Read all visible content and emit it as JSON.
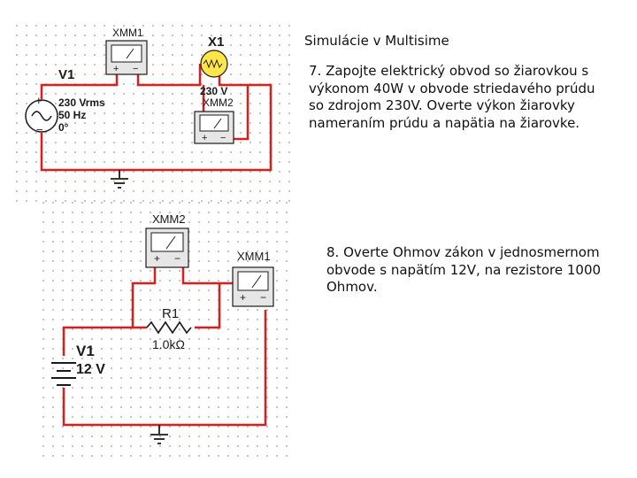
{
  "heading": "Simulácie v Multisime",
  "task7": "7. Zapojte elektrický obvod so žiarovkou s výkonom 40W v obvode striedavého prúdu so zdrojom 230V. Overte výkon žiarovky nameraním prúdu a napätia na žiarovke.",
  "task8": "8. Overte Ohmov zákon v jednosmernom obvode s napätím 12V, na rezistore 1000 Ohmov.",
  "circuit_ac": {
    "source_name": "V1",
    "source_voltage": "230 Vrms",
    "source_freq": "50 Hz",
    "source_phase": "0°",
    "lamp_name": "X1",
    "lamp_rating": "230 V",
    "meter1": "XMM1",
    "meter2": "XMM2"
  },
  "circuit_dc": {
    "meter_a": "XMM2",
    "meter_b": "XMM1",
    "resistor_name": "R1",
    "resistor_value": "1.0kΩ",
    "battery_name": "V1",
    "battery_voltage": "12 V"
  },
  "colors": {
    "wire": "#d91e1e",
    "grid_dot": "#9a9a9a",
    "meter_body": "#e6e6e6",
    "lamp": "#ffe74a",
    "label": "#1a1a1a"
  }
}
